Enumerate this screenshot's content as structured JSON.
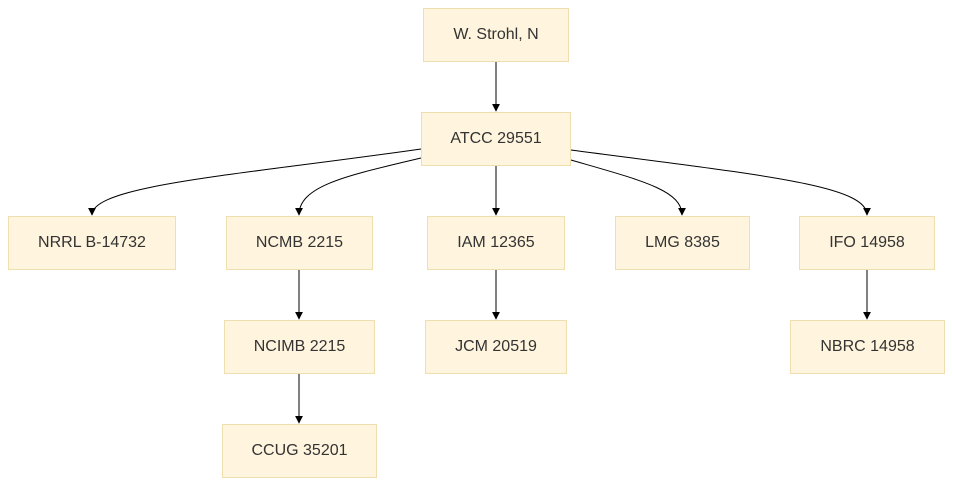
{
  "diagram": {
    "nodes": {
      "strohl": "W. Strohl, N",
      "atcc": "ATCC 29551",
      "nrrl": "NRRL B-14732",
      "ncmb": "NCMB 2215",
      "iam": "IAM 12365",
      "lmg": "LMG 8385",
      "ifo": "IFO 14958",
      "ncimb": "NCIMB 2215",
      "jcm": "JCM 20519",
      "nbrc": "NBRC 14958",
      "ccug": "CCUG 35201"
    },
    "edges": [
      {
        "from": "strohl",
        "to": "atcc"
      },
      {
        "from": "atcc",
        "to": "nrrl"
      },
      {
        "from": "atcc",
        "to": "ncmb"
      },
      {
        "from": "atcc",
        "to": "iam"
      },
      {
        "from": "atcc",
        "to": "lmg"
      },
      {
        "from": "atcc",
        "to": "ifo"
      },
      {
        "from": "ncmb",
        "to": "ncimb"
      },
      {
        "from": "iam",
        "to": "jcm"
      },
      {
        "from": "ifo",
        "to": "nbrc"
      },
      {
        "from": "ncimb",
        "to": "ccug"
      }
    ]
  }
}
